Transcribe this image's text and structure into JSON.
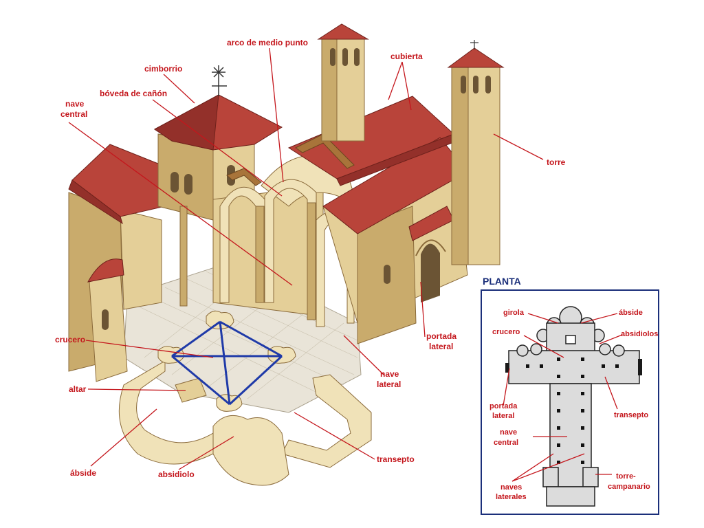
{
  "labels": {
    "arco_de_medio_punto": "arco de medio punto",
    "cubierta": "cubierta",
    "cimborrio": "cimborrio",
    "boveda_de_canon": "bóveda de cañón",
    "nave_central_1": "nave",
    "nave_central_2": "central",
    "torre": "torre",
    "crucero": "crucero",
    "portada_lateral_1": "portada",
    "portada_lateral_2": "lateral",
    "nave_lateral_1": "nave",
    "nave_lateral_2": "lateral",
    "altar": "altar",
    "abside": "ábside",
    "absidiolo": "absidiolo",
    "transepto": "transepto"
  },
  "plan": {
    "title": "PLANTA",
    "labels": {
      "girola": "girola",
      "abside": "ábside",
      "crucero": "crucero",
      "absidiolos": "absidiolos",
      "portada_lateral_1": "portada",
      "portada_lateral_2": "lateral",
      "transepto": "transepto",
      "nave_central_1": "nave",
      "nave_central_2": "central",
      "torre_campanario_1": "torre-",
      "torre_campanario_2": "campanario",
      "naves_laterales_1": "naves",
      "naves_laterales_2": "laterales"
    }
  },
  "colors": {
    "label_red": "#c4161c",
    "plan_title_blue": "#1b2f7a",
    "crossing_lines_blue": "#1f3aa8",
    "roof_tile": "#b9443a",
    "stone": "#e4cf98"
  }
}
